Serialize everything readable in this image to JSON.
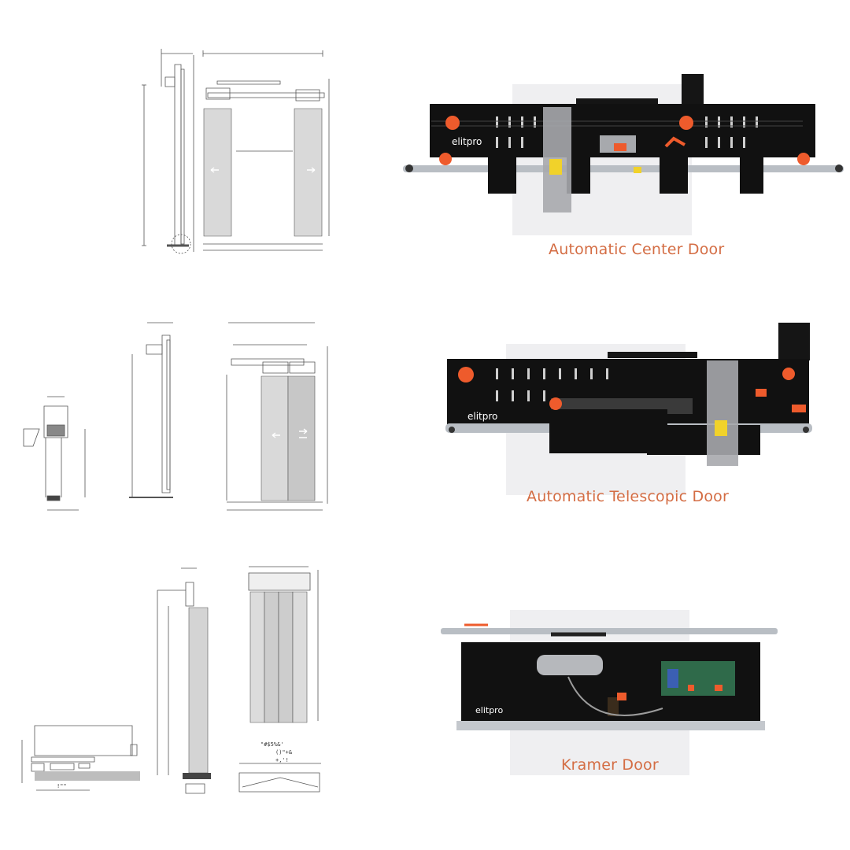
{
  "products": [
    {
      "caption": "Automatic Center Door",
      "brand_mark": "elitpro"
    },
    {
      "caption": "Automatic Telescopic Door",
      "brand_mark": "elitpro"
    },
    {
      "caption": "Kramer Door",
      "brand_mark": "elitpro"
    }
  ],
  "drawing_text": {
    "line1": "\"#$5%&'",
    "line2": "()\"+&",
    "line3": "+,'!",
    "line4": "!\"\""
  },
  "colors": {
    "caption": "#d46d44",
    "mechanism_black": "#111111",
    "pulley_orange": "#ee5b2c",
    "rail_silver": "#b9bec4",
    "panel_bg": "#efeff1",
    "line_drawing": "#555555"
  }
}
